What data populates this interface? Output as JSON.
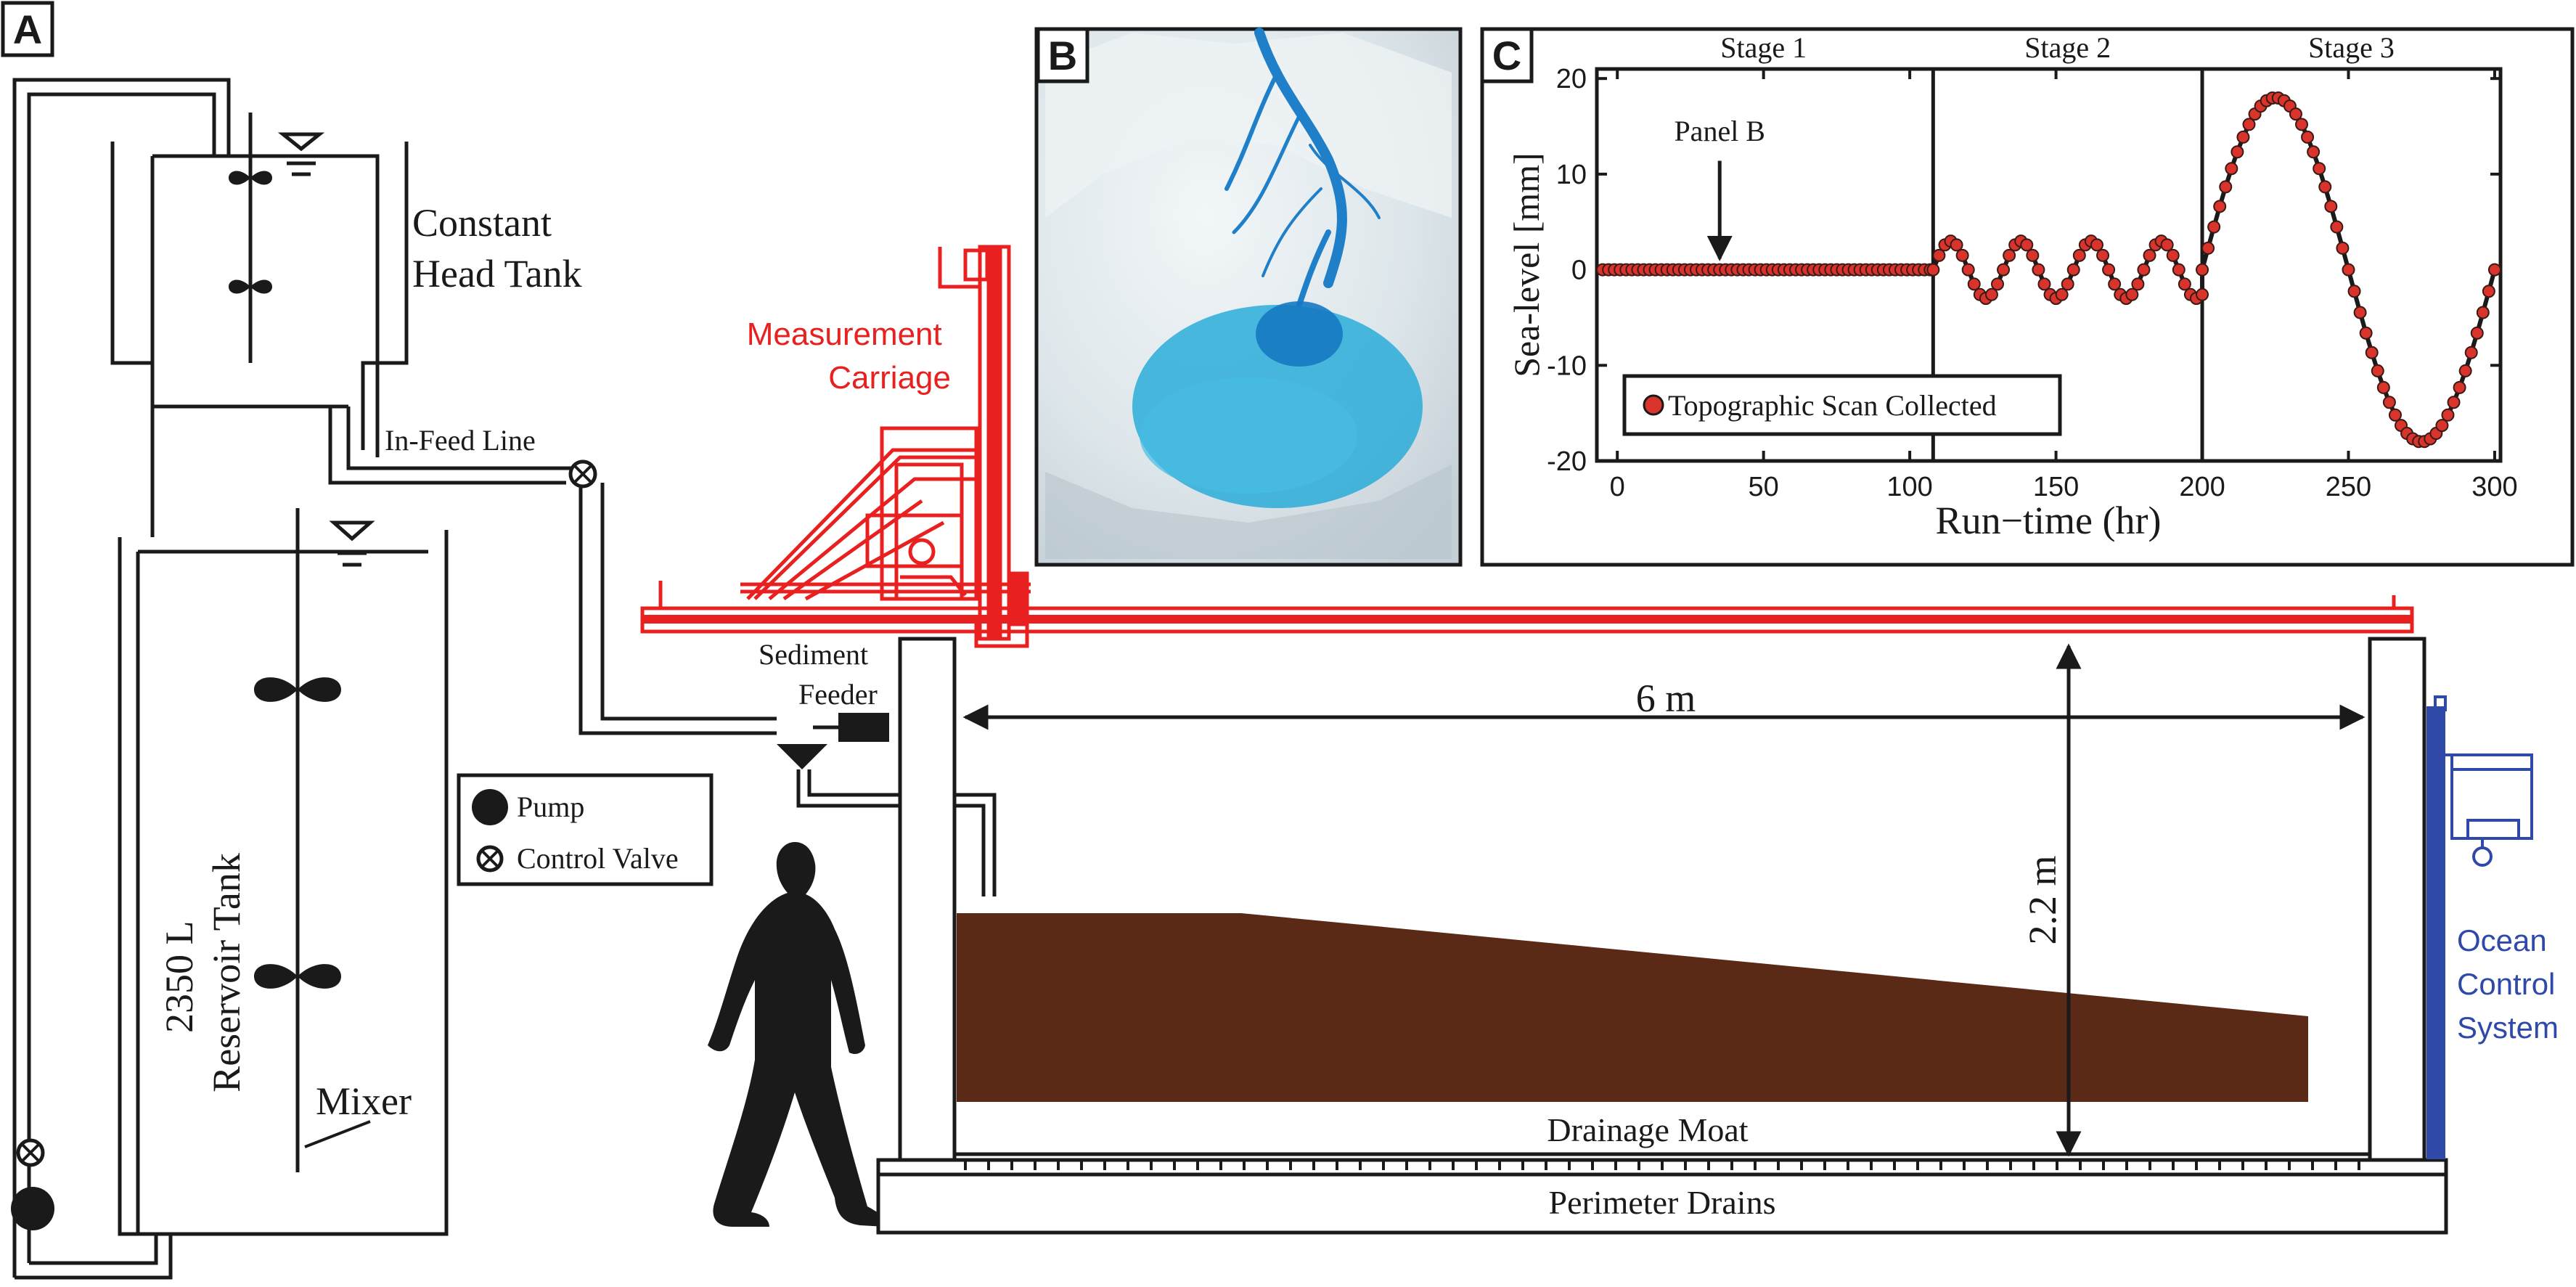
{
  "panels": {
    "a": {
      "letter": "A"
    },
    "b": {
      "letter": "B"
    },
    "c": {
      "letter": "C"
    }
  },
  "diagram": {
    "constant_head_tank": [
      "Constant",
      "Head Tank"
    ],
    "reservoir_tank": [
      "2350 L",
      "Reservoir Tank"
    ],
    "mixer": "Mixer",
    "in_feed_line": "In-Feed Line",
    "measurement_carriage": [
      "Measurement",
      "Carriage"
    ],
    "sediment_feeder": [
      "Sediment",
      "Feeder"
    ],
    "legend": {
      "pump": "Pump",
      "control_valve": "Control Valve"
    },
    "basin_length": "6 m",
    "basin_height": "2.2 m",
    "drainage_moat": "Drainage Moat",
    "perimeter_drains": "Perimeter Drains",
    "ocean_control_system": [
      "Ocean",
      "Control",
      "System"
    ]
  },
  "colors": {
    "ink": "#1a1a1a",
    "carriage": "#e8201f",
    "sediment": "#5a2a17",
    "ocean_system": "#2f49a8",
    "scan_marker": "#d8342c",
    "photo_water": "#1fa9d8"
  },
  "chart_data": {
    "type": "line",
    "xlabel": "Run−time (hr)",
    "ylabel": "Sea-level [mm]",
    "xlim": [
      -7,
      302
    ],
    "ylim": [
      -20,
      21
    ],
    "xticks": [
      0,
      50,
      100,
      150,
      200,
      250,
      300
    ],
    "yticks": [
      -20,
      -10,
      0,
      10,
      20
    ],
    "stage_dividers": [
      108,
      200
    ],
    "stages": [
      {
        "name": "Stage 1",
        "x_center": 50
      },
      {
        "name": "Stage 2",
        "x_center": 154
      },
      {
        "name": "Stage 3",
        "x_center": 251
      }
    ],
    "annotation": {
      "text": "Panel B",
      "x": 35,
      "y_tip": 1,
      "y_label": 12
    },
    "legend": {
      "label": "Topographic Scan Collected",
      "position": "bottom-left"
    },
    "series": [
      {
        "name": "Topographic Scan Collected",
        "segments": [
          {
            "type": "constant",
            "x_start": -5,
            "x_end": 108,
            "value": 0,
            "step": 2
          },
          {
            "type": "sine",
            "x_start": 108,
            "x_end": 200,
            "amplitude": 3,
            "period": 24,
            "center": 0,
            "phase_start": 108,
            "step": 2
          },
          {
            "type": "sine",
            "x_start": 200,
            "x_end": 300,
            "amplitude": 18,
            "period": 100,
            "center": 0,
            "phase_start": 200,
            "step": 2
          }
        ]
      }
    ]
  }
}
